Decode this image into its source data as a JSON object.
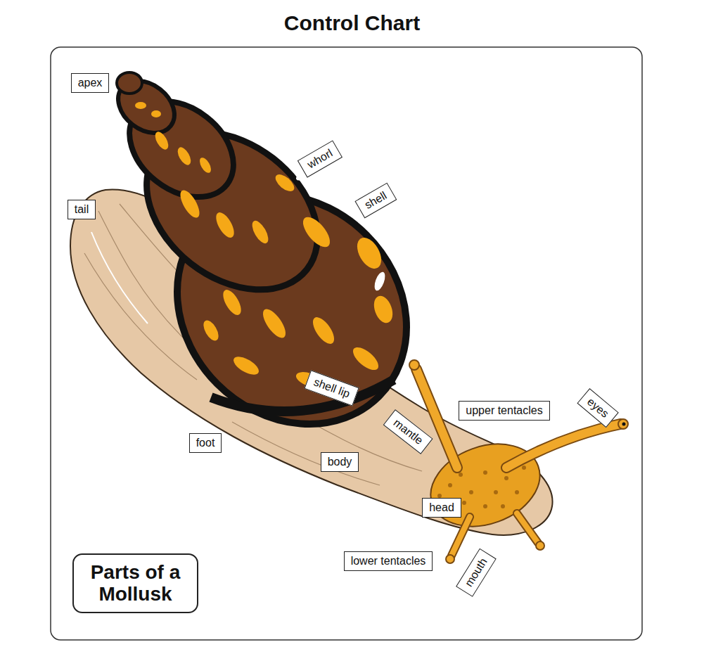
{
  "diagram": {
    "title": "Control Chart",
    "nodes": [
      {
        "text": [
          "Parts of a Mollusk"
        ]
      }
    ],
    "labels": [
      "apex",
      "whorl",
      "shell",
      "tail",
      "shell lip",
      "upper tentacles",
      "eyes",
      "mantle",
      "foot",
      "body",
      "head",
      "lower tentacles",
      "mouth"
    ]
  }
}
